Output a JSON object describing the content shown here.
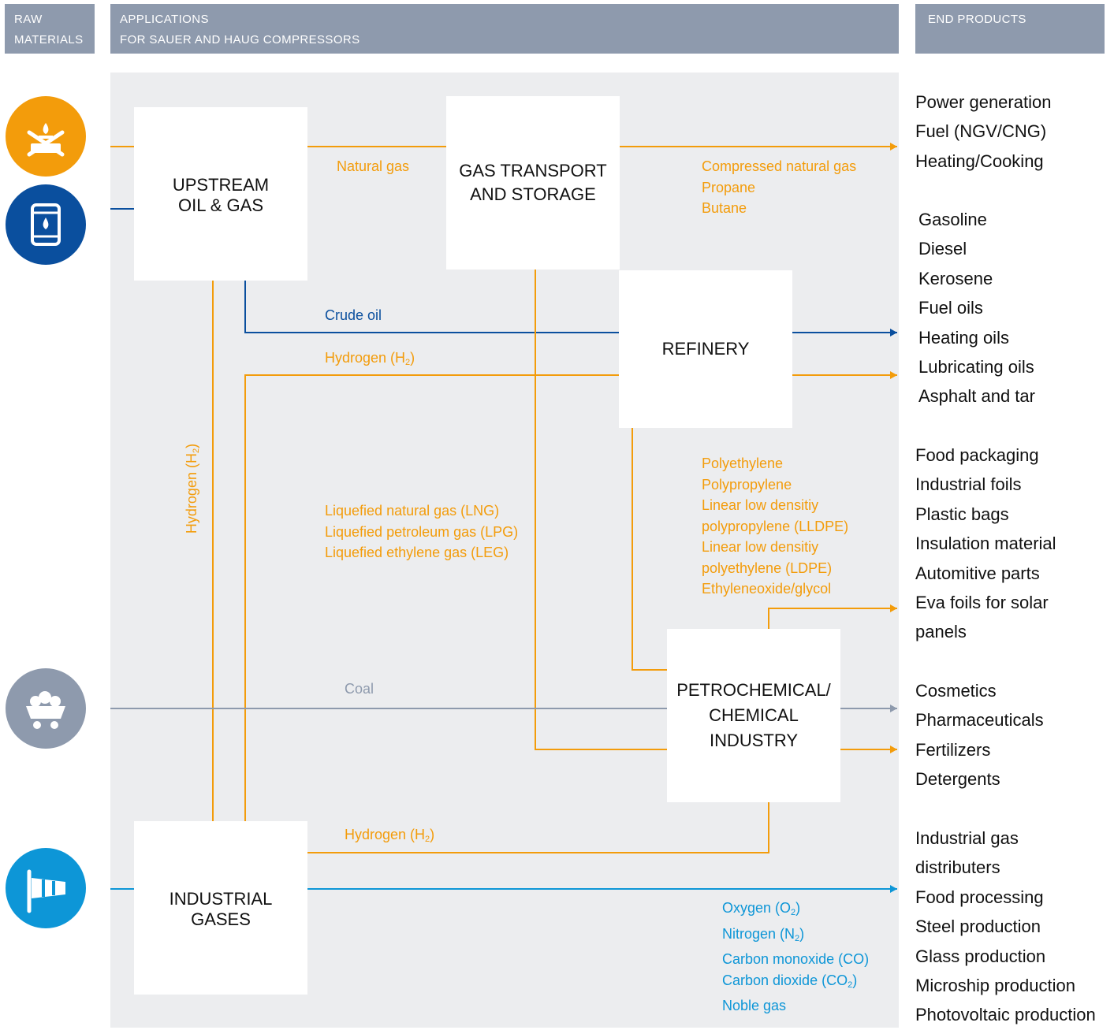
{
  "headers": {
    "raw_materials": [
      "RAW",
      "MATERIALS"
    ],
    "applications": [
      "APPLICATIONS",
      "FOR SAUER AND HAUG COMPRESSORS"
    ],
    "end_products": "END PRODUCTS"
  },
  "colors": {
    "orange": "#f39c0b",
    "dark_blue": "#0a4f9e",
    "light_blue": "#0d96d7",
    "grey": "#8e9aad",
    "panel": "#ecedef"
  },
  "raw_material_icons": [
    "gas-burner-icon",
    "oil-barrel-icon",
    "coal-cart-icon",
    "windsock-icon"
  ],
  "boxes": {
    "upstream": [
      "UPSTREAM",
      "OIL & GAS"
    ],
    "transport": [
      "GAS TRANSPORT",
      "AND STORAGE"
    ],
    "refinery": "REFINERY",
    "petrochemical": [
      "PETROCHEMICAL/",
      "CHEMICAL",
      "INDUSTRY"
    ],
    "industrial_gases": [
      "INDUSTRIAL",
      "GASES"
    ]
  },
  "flow_labels": {
    "natural_gas": "Natural gas",
    "compressed_gases": [
      "Compressed natural gas",
      "Propane",
      "Butane"
    ],
    "crude_oil": "Crude oil",
    "hydrogen_refinery": "Hydrogen (H",
    "hydrogen_vertical": "Hydrogen (H",
    "h2_sub": "2",
    "liquefied_gases": [
      "Liquefied natural gas (LNG)",
      "Liquefied petroleum gas (LPG)",
      "Liquefied ethylene gas (LEG)"
    ],
    "polymers": [
      "Polyethylene",
      "Polypropylene",
      "Linear low densitiy",
      "polypropylene (LLDPE)",
      "Linear low densitiy",
      "polyethylene (LDPE)",
      "Ethyleneoxide/glycol"
    ],
    "coal": "Coal",
    "hydrogen_industrial": "Hydrogen (H",
    "industrial_gas_list": {
      "oxygen": "Oxygen (O",
      "nitrogen": "Nitrogen (N",
      "carbon_monoxide": "Carbon monoxide (CO)",
      "carbon_dioxide": "Carbon dioxide (CO",
      "noble_gas": "Noble gas"
    }
  },
  "end_products": {
    "gas": [
      "Power generation",
      "Fuel (NGV/CNG)",
      "Heating/Cooking"
    ],
    "refinery": [
      "Gasoline",
      "Diesel",
      "Kerosene",
      "Fuel oils",
      "Heating oils",
      "Lubricating oils",
      "Asphalt and tar"
    ],
    "plastics": [
      "Food packaging",
      "Industrial foils",
      "Plastic bags",
      "Insulation material",
      "Automitive parts",
      "Eva foils for solar",
      "panels"
    ],
    "chemicals": [
      "Cosmetics",
      "Pharmaceuticals",
      "Fertilizers",
      "Detergents"
    ],
    "industrial": [
      "Industrial gas",
      "distributers",
      "Food processing",
      "Steel production",
      "Glass production",
      "Microship production",
      "Photovoltaic production"
    ]
  }
}
